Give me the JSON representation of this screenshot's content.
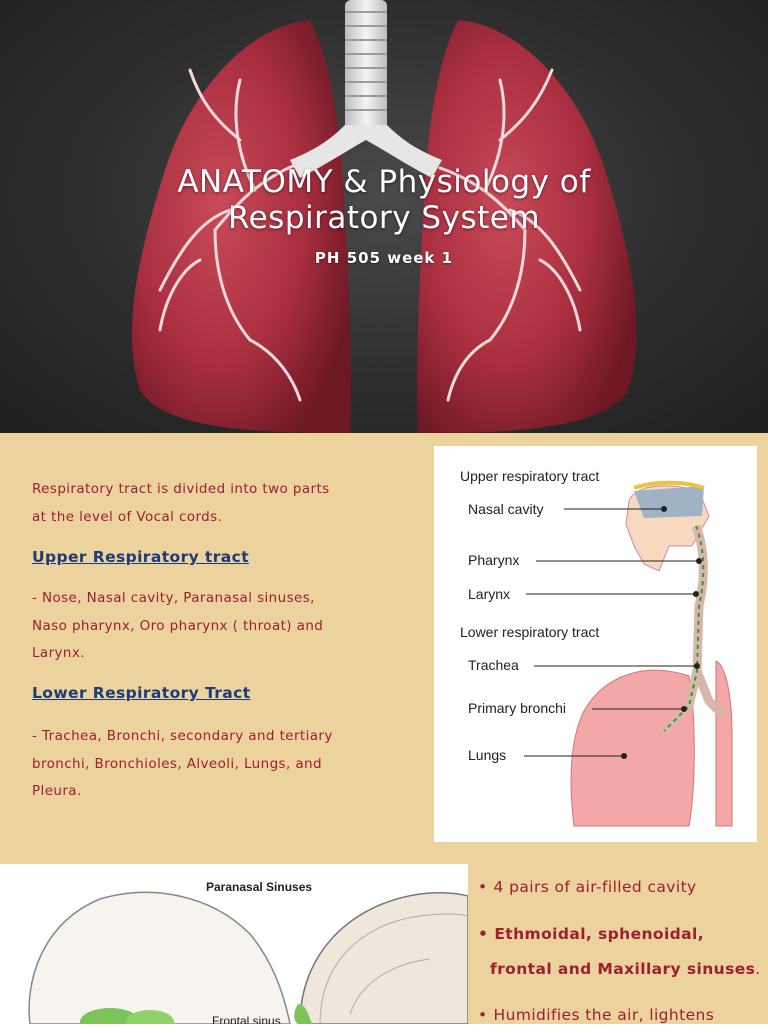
{
  "slide1": {
    "title_line1": "ANATOMY & Physiology of",
    "title_line2": "Respiratory System",
    "subtitle": "PH 505 week 1"
  },
  "slide2": {
    "intro_line1": "Respiratory tract is divided into two parts",
    "intro_line2": "at the level of Vocal cords.",
    "upper_heading": "Upper Respiratory tract",
    "upper_line1": "-  Nose, Nasal cavity, Paranasal sinuses,",
    "upper_line2": "Naso pharynx,  Oro pharynx ( throat) and",
    "upper_line3": "Larynx.",
    "lower_heading": "Lower Respiratory Tract",
    "lower_line1": "- Trachea, Bronchi, secondary and tertiary",
    "lower_line2": "bronchi, Bronchioles, Alveoli, Lungs, and",
    "lower_line3": "Pleura.",
    "diagram": {
      "upper_title": "Upper respiratory tract",
      "nasal": "Nasal cavity",
      "pharynx": "Pharynx",
      "larynx": "Larynx",
      "lower_title": "Lower respiratory tract",
      "trachea": "Trachea",
      "bronchi": "Primary bronchi",
      "lungs": "Lungs"
    }
  },
  "slide3": {
    "image_title": "Paranasal Sinuses",
    "image_label": "Frontal sinus",
    "bullet1": "4 pairs of air-filled cavity",
    "bullet2_line1": "Ethmoidal, sphenoidal,",
    "bullet2_line2": "frontal and Maxillary sinuses",
    "bullet2_end": ".",
    "bullet3": "Humidifies the air, lightens"
  }
}
